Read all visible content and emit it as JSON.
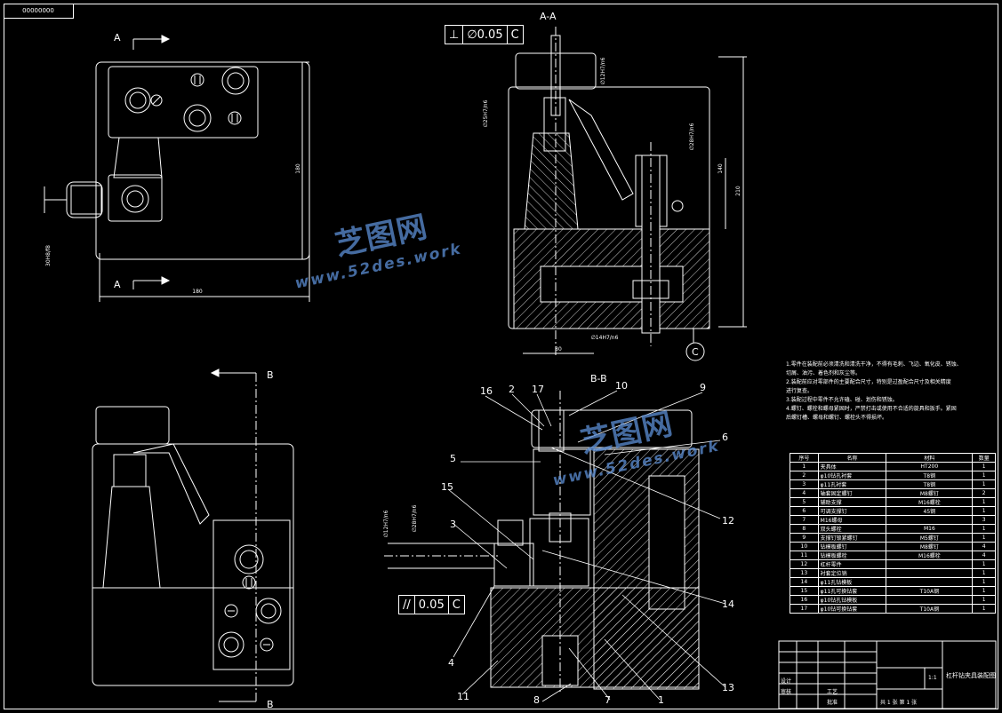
{
  "sheet": {
    "corner_tag": "00000000"
  },
  "watermark": {
    "brand": "芝图网",
    "url": "www.52des.work"
  },
  "views": {
    "aa_title": "A-A",
    "bb_title": "B-B",
    "section_a_top": "A",
    "section_a_bottom": "A",
    "section_b_top": "B",
    "section_b_bottom": "B",
    "datum_c": "C"
  },
  "tolerances": {
    "perp": {
      "symbol": "⊥",
      "value": "∅0.05",
      "datum": "C"
    },
    "para": {
      "symbol": "//",
      "value": "0.05",
      "datum": "C"
    }
  },
  "dimensions": {
    "front_height": "180",
    "front_width": "180",
    "front_side": "30H8/f8",
    "aa_height": "140",
    "aa_total": "210",
    "aa_bottom": "80",
    "aa_fit1": "∅12H7/n6",
    "aa_fit2": "∅25H7/n6",
    "aa_fit3": "∅28H7/n6",
    "aa_fit4": "∅14H7/n6",
    "bb_fit1": "∅12H7/n6",
    "bb_fit2": "∅28H7/n6"
  },
  "balloons": [
    "16",
    "2",
    "17",
    "10",
    "9",
    "6",
    "5",
    "12",
    "15",
    "3",
    "14",
    "4",
    "11",
    "8",
    "7",
    "1",
    "13"
  ],
  "notes": [
    "1.零件在装配前必须清洗和清洗干净，不得有毛刺、飞边、氧化皮、锈蚀、",
    "切屑、油污、着色剂和灰尘等。",
    "2.装配前应对零部件的主要配合尺寸，特别是过盈配合尺寸及相关精度",
    "进行复查。",
    "3.装配过程中零件不允许磕、碰、划伤和锈蚀。",
    "4.螺钉、螺栓和螺母紧固时，严禁打击或使用不合适的旋具和扳手。紧固",
    "后螺钉槽、螺母和螺钉、螺栓头不得损坏。"
  ],
  "bom": {
    "headers": [
      "序号",
      "名称",
      "材料",
      "数量"
    ],
    "rows": [
      [
        "1",
        "夹具体",
        "HT200",
        "1"
      ],
      [
        "2",
        "φ10钻孔衬套",
        "T8钢",
        "1"
      ],
      [
        "3",
        "φ11孔衬套",
        "T8钢",
        "1"
      ],
      [
        "4",
        "轴套固定螺钉",
        "M8螺钉",
        "2"
      ],
      [
        "5",
        "辅助支撑",
        "M16螺栓",
        "1"
      ],
      [
        "6",
        "可调支撑钉",
        "45钢",
        "1"
      ],
      [
        "7",
        "M16螺母",
        "",
        "3"
      ],
      [
        "8",
        "双头螺栓",
        "M16",
        "1"
      ],
      [
        "9",
        "支撑钉锁紧螺钉",
        "M5螺钉",
        "1"
      ],
      [
        "10",
        "钻模板螺钉",
        "M8螺钉",
        "4"
      ],
      [
        "11",
        "钻模板螺栓",
        "M16螺栓",
        "4"
      ],
      [
        "12",
        "杠杆零件",
        "",
        "1"
      ],
      [
        "13",
        "衬套定位销",
        "",
        "1"
      ],
      [
        "14",
        "φ11孔钻模板",
        "",
        "1"
      ],
      [
        "15",
        "φ11孔可换钻套",
        "T10A钢",
        "1"
      ],
      [
        "16",
        "φ10钻孔钻模板",
        "",
        "1"
      ],
      [
        "17",
        "φ10钻可换钻套",
        "T10A钢",
        "1"
      ]
    ]
  },
  "title_block": {
    "drawing_name": "杠杆钻夹具装配图",
    "scale": "1:1",
    "sheet_info": "共 1 张   第 1 张",
    "roles": [
      "设计",
      "审核",
      "工艺",
      "批准"
    ]
  }
}
